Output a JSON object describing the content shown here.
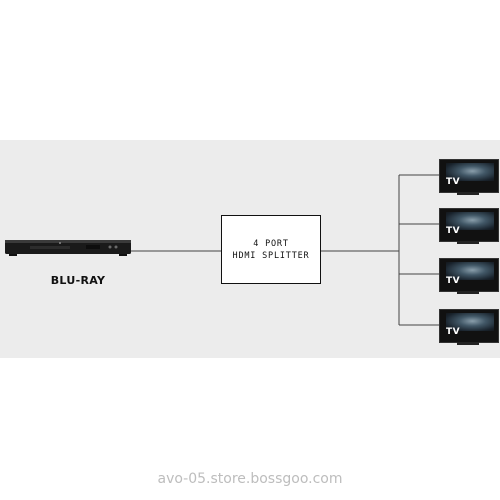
{
  "source": {
    "label": "BLU-RAY"
  },
  "splitter": {
    "line1": "4 PORT",
    "line2": "HDMI SPLITTER"
  },
  "outputs": [
    {
      "label": "TV"
    },
    {
      "label": "TV"
    },
    {
      "label": "TV"
    },
    {
      "label": "TV"
    }
  ],
  "watermark": "avo-05.store.bossgoo.com"
}
